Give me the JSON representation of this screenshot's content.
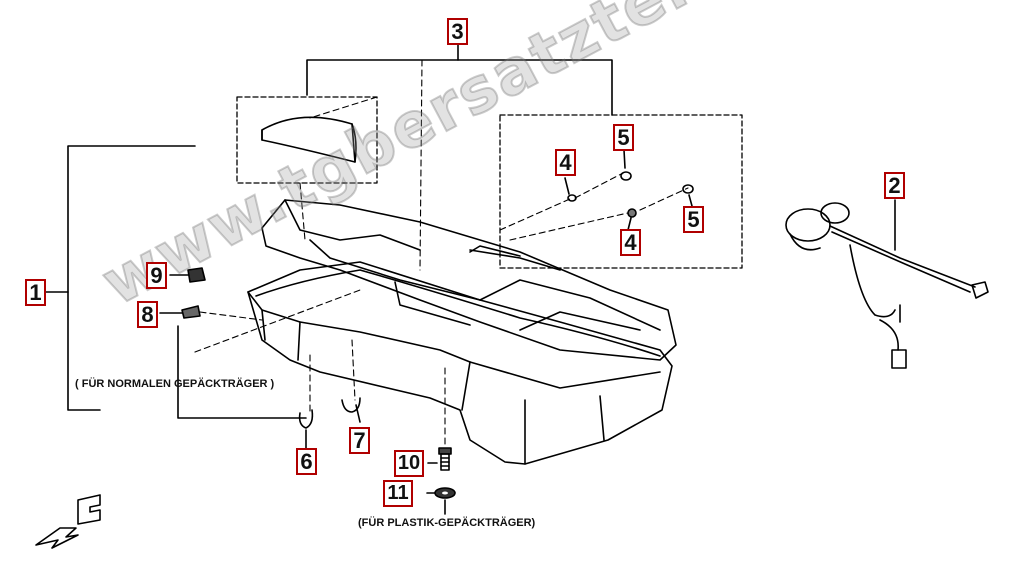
{
  "callouts": {
    "c1": "1",
    "c2": "2",
    "c3": "3",
    "c4a": "4",
    "c4b": "4",
    "c5a": "5",
    "c5b": "5",
    "c6": "6",
    "c7": "7",
    "c8": "8",
    "c9": "9",
    "c10": "10",
    "c11": "11"
  },
  "notes": {
    "normal_rack": "( FÜR NORMALEN GEPÄCKTRÄGER )",
    "plastic_rack": "(FÜR PLASTIK-GEPÄCKTRÄGER)"
  },
  "watermark": "www.tgbersatzteile.de",
  "colors": {
    "callout_border": "#b00000",
    "line": "#000000"
  }
}
